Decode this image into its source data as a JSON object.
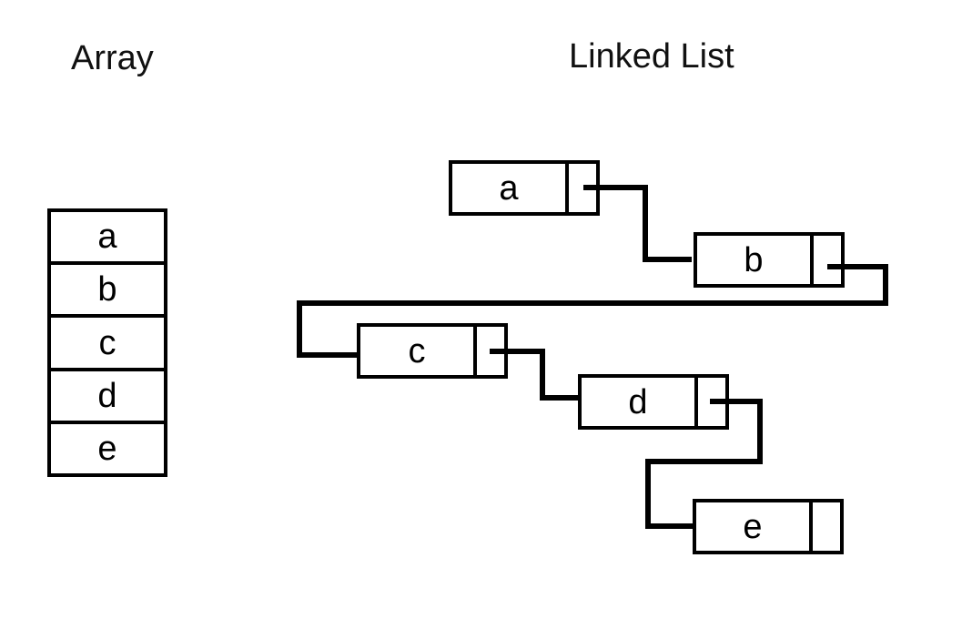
{
  "titles": {
    "array": "Array",
    "linked_list": "Linked List"
  },
  "colors": {
    "foreground": "#000000",
    "background": "#ffffff"
  },
  "array": {
    "cells": [
      "a",
      "b",
      "c",
      "d",
      "e"
    ]
  },
  "linked_list": {
    "nodes": [
      {
        "value": "a",
        "points_to": "b"
      },
      {
        "value": "b",
        "points_to": "c"
      },
      {
        "value": "c",
        "points_to": "d"
      },
      {
        "value": "d",
        "points_to": "e"
      },
      {
        "value": "e",
        "points_to": null
      }
    ]
  }
}
